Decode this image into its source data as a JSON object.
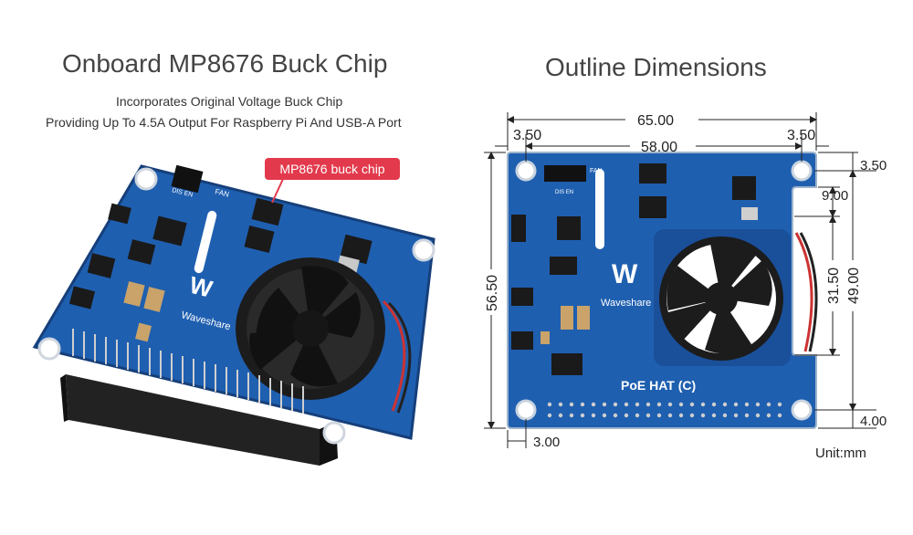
{
  "left_panel": {
    "title": "Onboard MP8676 Buck Chip",
    "subtitle_line1": "Incorporates Original Voltage Buck Chip",
    "subtitle_line2": "Providing Up To 4.5A Output For Raspberry Pi And USB-A Port",
    "callout": "MP8676 buck chip",
    "board_labels": {
      "fan": "FAN",
      "dis": "DIS",
      "en": "EN",
      "brand": "Waveshare"
    }
  },
  "right_panel": {
    "title": "Outline Dimensions",
    "board_labels": {
      "fan": "FAN",
      "dis": "DIS",
      "en": "EN",
      "brand": "Waveshare",
      "product": "PoE HAT (C)"
    },
    "dimensions": {
      "width_total": "65.00",
      "hole_offset_left": "3.50",
      "hole_spacing": "58.00",
      "hole_offset_right": "3.50",
      "height_total": "56.50",
      "top_offset": "3.50",
      "notch_depth": "9.00",
      "notch_height": "31.50",
      "hole_spacing_vertical": "49.00",
      "bottom_offset": "4.00",
      "hole_offset_bottom_left": "3.00"
    },
    "unit": "Unit:mm"
  },
  "colors": {
    "board_blue": "#1f5fb0",
    "board_dark": "#163f7a",
    "callout_red": "#e23a4c",
    "fan_black": "#1c1c1c"
  }
}
